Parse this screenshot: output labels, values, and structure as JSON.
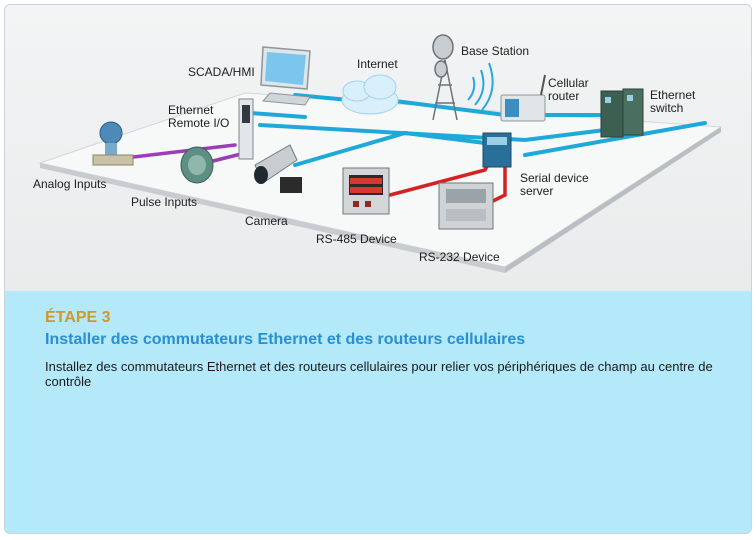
{
  "diagram": {
    "labels": {
      "scada": "SCADA/HMI",
      "internet": "Internet",
      "base_station": "Base Station",
      "cellular_router": "Cellular\nrouter",
      "ethernet_switch": "Ethernet\nswitch",
      "ethernet_remote_io": "Ethernet\nRemote I/O",
      "analog_inputs": "Analog Inputs",
      "pulse_inputs": "Pulse Inputs",
      "camera": "Camera",
      "rs485_device": "RS-485 Device",
      "rs232_device": "RS-232 Device",
      "serial_device_server": "Serial device\nserver"
    },
    "colors": {
      "ethernet_link": "#1ea9d8",
      "serial_link": "#d42222",
      "analog_link": "#9b3db8"
    }
  },
  "info": {
    "step": "ÉTAPE 3",
    "title": "Installer des commutateurs Ethernet et des routeurs cellulaires",
    "description": "Installez des commutateurs Ethernet et des routeurs cellulaires pour relier vos périphériques de champ au centre de contrôle"
  }
}
